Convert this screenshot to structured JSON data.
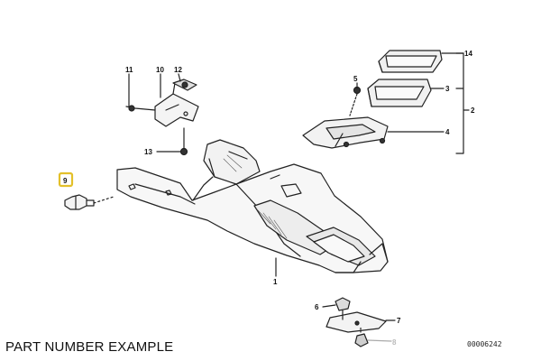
{
  "caption": "PART NUMBER EXAMPLE",
  "drawing_number": "00006242",
  "highlight_color": "#e3c02a",
  "callouts": {
    "c1": "1",
    "c2": "2",
    "c3": "3",
    "c4": "4",
    "c5": "5",
    "c6": "6",
    "c7": "7",
    "c8": "8",
    "c9": "9",
    "c10": "10",
    "c11": "11",
    "c12": "12",
    "c13": "13",
    "c14": "14"
  },
  "highlighted_callout": "9"
}
